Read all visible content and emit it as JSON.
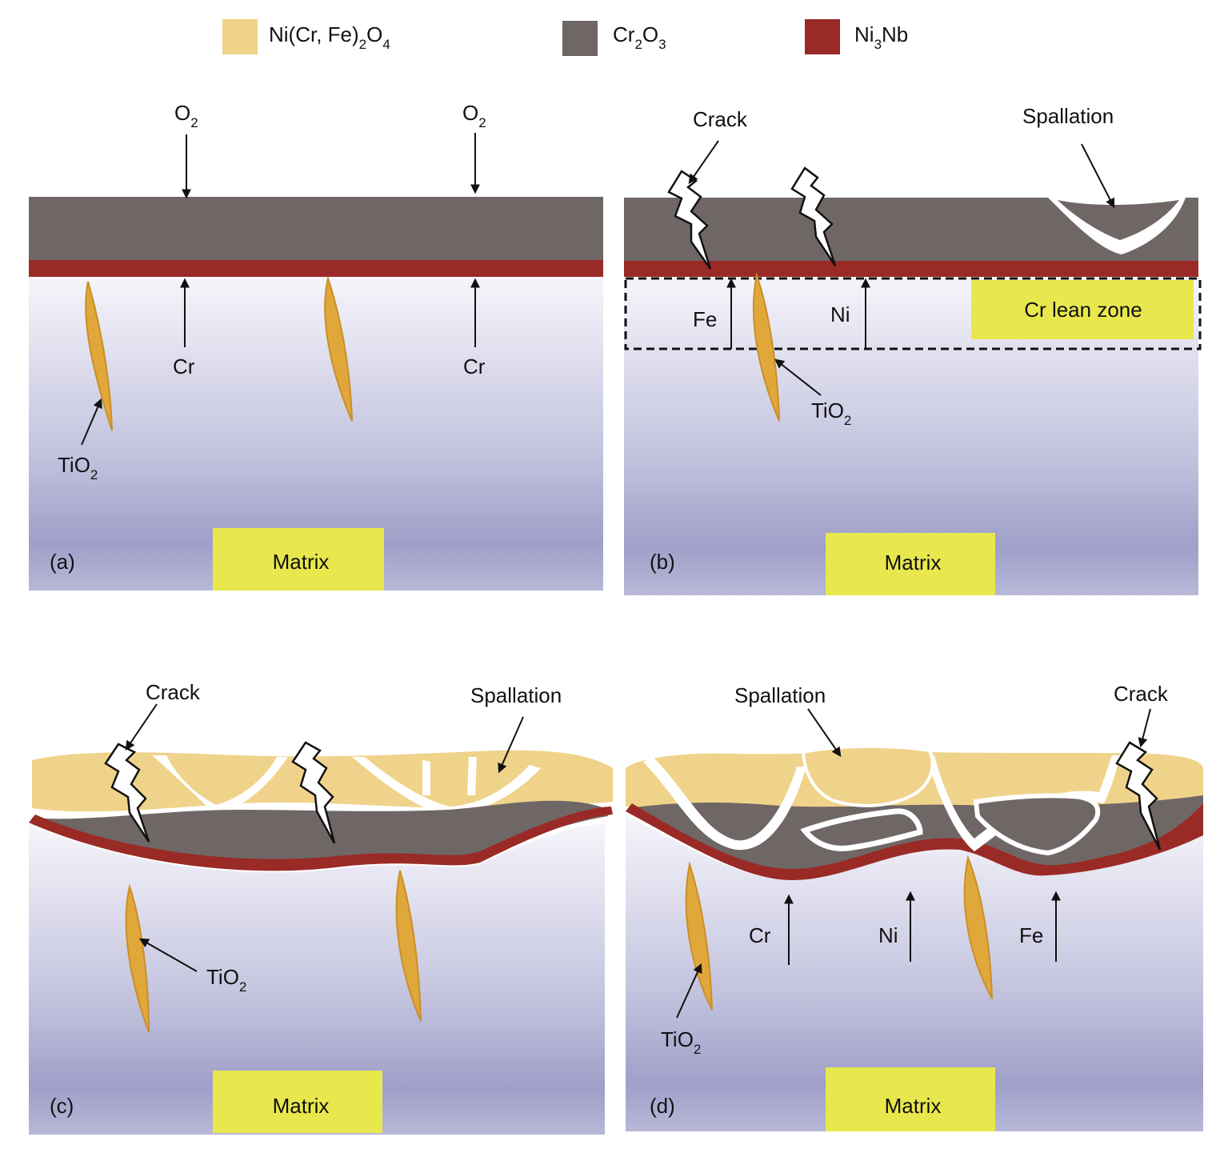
{
  "legend": [
    {
      "key": "spinel",
      "text": "Ni(Cr, Fe)",
      "sub1": "2",
      "mid": "O",
      "sub2": "4",
      "color": "#f0d38a"
    },
    {
      "key": "chromia",
      "text": "Cr",
      "sub1": "2",
      "mid": "O",
      "sub2": "3",
      "color": "#6f6766"
    },
    {
      "key": "ni3nb",
      "text": "Ni",
      "sub1": "3",
      "mid": "Nb",
      "sub2": "",
      "color": "#9a2a26"
    }
  ],
  "colors": {
    "matrix_top": "#f6f5fb",
    "matrix_bottom": "#9f9fc9",
    "chromia": "#6f6766",
    "ni3nb": "#9a2a26",
    "spinel": "#f0d38a",
    "tio2": "#e0a83a",
    "label_box": "#e8e84e"
  },
  "panels": {
    "a": {
      "id": "(a)",
      "matrix": "Matrix",
      "o2_left": {
        "base": "O",
        "sub": "2"
      },
      "o2_right": {
        "base": "O",
        "sub": "2"
      },
      "cr_left": "Cr",
      "cr_right": "Cr",
      "tio2": {
        "base": "TiO",
        "sub": "2"
      }
    },
    "b": {
      "id": "(b)",
      "matrix": "Matrix",
      "crack": "Crack",
      "spallation": "Spallation",
      "fe": "Fe",
      "ni": "Ni",
      "cr_lean": "Cr lean zone",
      "tio2": {
        "base": "TiO",
        "sub": "2"
      }
    },
    "c": {
      "id": "(c)",
      "matrix": "Matrix",
      "crack": "Crack",
      "spallation": "Spallation",
      "tio2": {
        "base": "TiO",
        "sub": "2"
      }
    },
    "d": {
      "id": "(d)",
      "matrix": "Matrix",
      "crack": "Crack",
      "spallation": "Spallation",
      "cr": "Cr",
      "ni": "Ni",
      "fe": "Fe",
      "tio2": {
        "base": "TiO",
        "sub": "2"
      }
    }
  }
}
